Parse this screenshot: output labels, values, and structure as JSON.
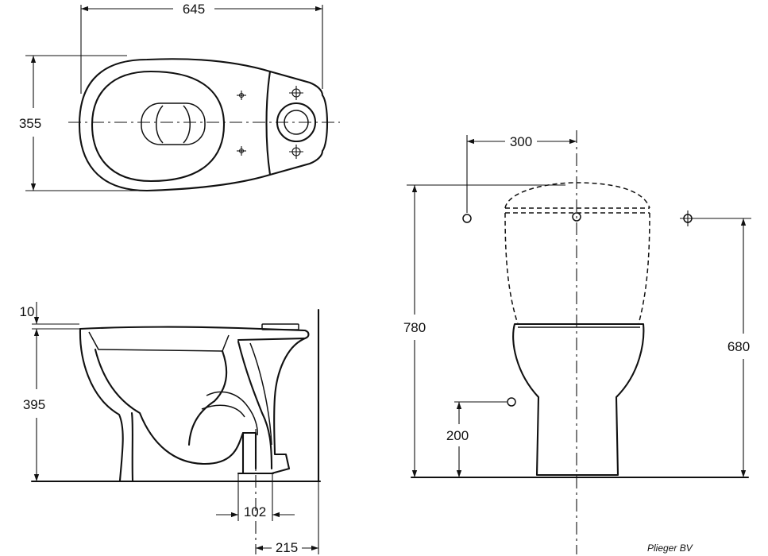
{
  "dimensions": {
    "top_width": "645",
    "top_depth": "355",
    "rim_thickness": "10",
    "rim_height": "395",
    "outlet_diameter": "102",
    "outlet_offset": "215",
    "front_offset": "300",
    "total_height": "780",
    "cistern_fixing_height": "680",
    "inlet_height": "200"
  },
  "caption": "Plieger BV",
  "colors": {
    "ink": "#111111",
    "paper": "#ffffff"
  }
}
